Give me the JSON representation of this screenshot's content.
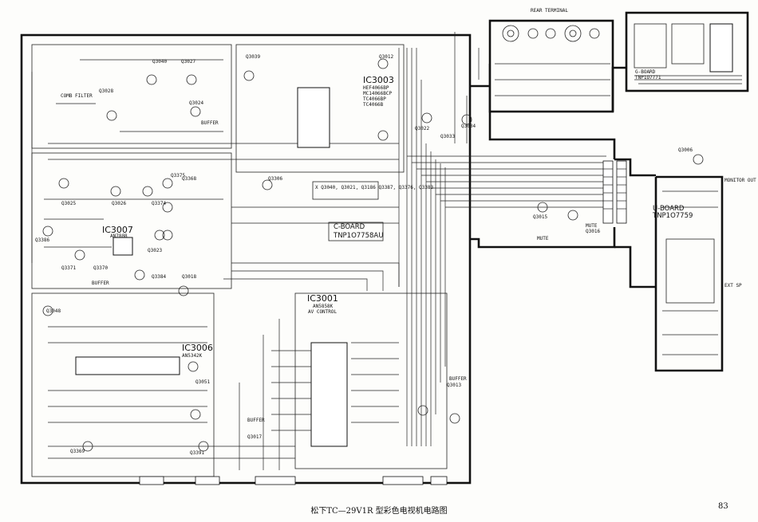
{
  "boards": {
    "c_board": {
      "name": "C-BOARD",
      "part": "TNP1O7758AU"
    },
    "u_board": {
      "name": "U-BOARD",
      "part": "TNP1O7759"
    },
    "g_board": {
      "name": "G-BOARD",
      "part": "TNP1O7771"
    }
  },
  "ics": [
    {
      "id": "IC3003",
      "part1": "HEF4066BP",
      "part2": "MC14066BCP",
      "part3": "TC4066BP",
      "part4": "TC4066B"
    },
    {
      "id": "IC3007",
      "part1": "AN7808"
    },
    {
      "id": "IC3006",
      "part1": "AN5342K"
    },
    {
      "id": "IC3001",
      "part1": "AN5858K",
      "part2": "AV CONTROL"
    }
  ],
  "transistors": [
    "Q3040",
    "Q3027",
    "Q3028",
    "Q3024",
    "Q3039",
    "Q3012",
    "Q3022",
    "Q3034",
    "Q3033",
    "Q3306",
    "Q3025",
    "Q3026",
    "Q3375",
    "Q3374",
    "Q3368",
    "Q3386",
    "Q3023",
    "Q3371",
    "Q3370",
    "Q3384",
    "Q3018",
    "Q3048",
    "Q3051",
    "Q3369",
    "Q3391",
    "Q3017",
    "Q3013",
    "Q3006",
    "Q3015",
    "Q3016"
  ],
  "tags": {
    "comb_filter": "COMB FILTER",
    "buffer": "BUFFER",
    "mute": "MUTE",
    "rear_terminal": "REAR TERMINAL",
    "monitor_out": "MONITOR OUT",
    "ext_sp": "EXT SP",
    "ch_note": "X Q3040, Q3021, Q3186\nQ3387, Q3376, Q3383"
  },
  "caption": "松下TC—29V1R 型彩色电视机电路图",
  "page_number": "83"
}
